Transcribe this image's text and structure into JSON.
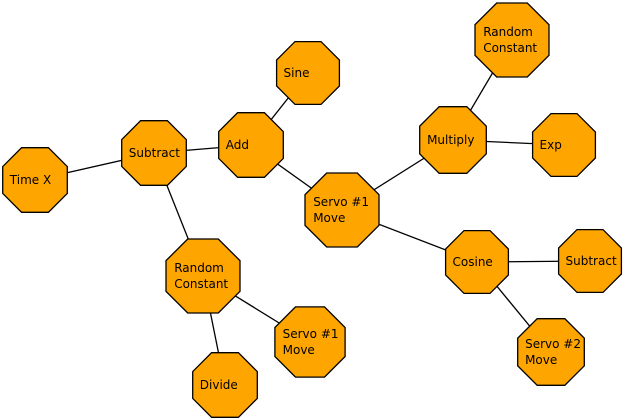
{
  "colors": {
    "node_fill": "#ffa500",
    "node_stroke": "#000000",
    "edge": "#000000",
    "background": "#ffffff"
  },
  "nodes": [
    {
      "id": "time-x",
      "lines": [
        "Time X"
      ]
    },
    {
      "id": "subtract-left",
      "lines": [
        "Subtract"
      ]
    },
    {
      "id": "add",
      "lines": [
        "Add"
      ]
    },
    {
      "id": "sine",
      "lines": [
        "Sine"
      ]
    },
    {
      "id": "random-constant-left",
      "lines": [
        "Random",
        "Constant"
      ]
    },
    {
      "id": "servo-1-move-bottom",
      "lines": [
        "Servo #1",
        "Move"
      ]
    },
    {
      "id": "divide",
      "lines": [
        "Divide"
      ]
    },
    {
      "id": "servo-1-move-center",
      "lines": [
        "Servo #1",
        "Move"
      ]
    },
    {
      "id": "multiply",
      "lines": [
        "Multiply"
      ]
    },
    {
      "id": "random-constant-top",
      "lines": [
        "Random",
        "Constant"
      ]
    },
    {
      "id": "exp",
      "lines": [
        "Exp"
      ]
    },
    {
      "id": "cosine",
      "lines": [
        "Cosine"
      ]
    },
    {
      "id": "subtract-right",
      "lines": [
        "Subtract"
      ]
    },
    {
      "id": "servo-2-move",
      "lines": [
        "Servo #2",
        "Move"
      ]
    }
  ],
  "edges": [
    [
      "time-x",
      "subtract-left"
    ],
    [
      "subtract-left",
      "add"
    ],
    [
      "subtract-left",
      "random-constant-left"
    ],
    [
      "add",
      "sine"
    ],
    [
      "add",
      "servo-1-move-center"
    ],
    [
      "random-constant-left",
      "servo-1-move-bottom"
    ],
    [
      "random-constant-left",
      "divide"
    ],
    [
      "servo-1-move-center",
      "multiply"
    ],
    [
      "servo-1-move-center",
      "cosine"
    ],
    [
      "multiply",
      "random-constant-top"
    ],
    [
      "multiply",
      "exp"
    ],
    [
      "cosine",
      "subtract-right"
    ],
    [
      "cosine",
      "servo-2-move"
    ]
  ]
}
